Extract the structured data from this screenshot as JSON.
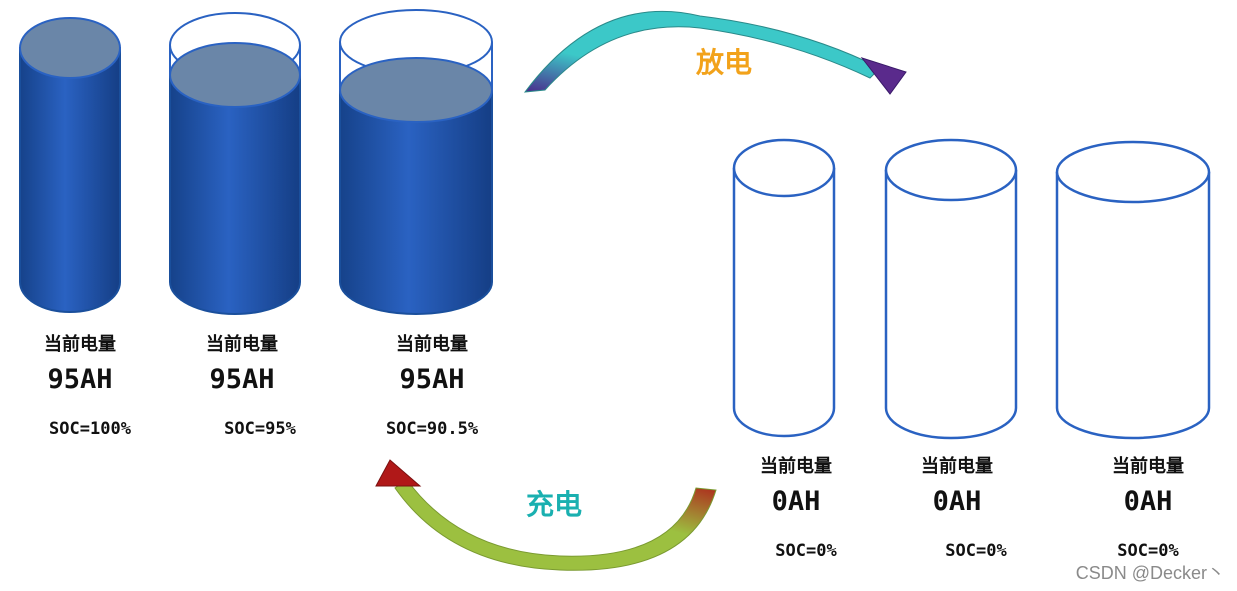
{
  "colors": {
    "battery_fill": "#1a4f9c",
    "battery_liquid_top": "#6a86a8",
    "battery_outline": "#2a62c2",
    "discharge_arrow": "#3cc8c8",
    "discharge_arrow_head": "#5a2a8c",
    "charge_arrow": "#9cc040",
    "charge_arrow_head": "#b01818",
    "discharge_label": "#f2a21a",
    "charge_label": "#1ab0b0"
  },
  "full_batteries": [
    {
      "title": "当前电量",
      "capacity": "95AH",
      "soc": "SOC=100%"
    },
    {
      "title": "当前电量",
      "capacity": "95AH",
      "soc": "SOC=95%"
    },
    {
      "title": "当前电量",
      "capacity": "95AH",
      "soc": "SOC=90.5%"
    }
  ],
  "empty_batteries": [
    {
      "title": "当前电量",
      "capacity": "0AH",
      "soc": "SOC=0%"
    },
    {
      "title": "当前电量",
      "capacity": "0AH",
      "soc": "SOC=0%"
    },
    {
      "title": "当前电量",
      "capacity": "0AH",
      "soc": "SOC=0%"
    }
  ],
  "arrows": {
    "discharge": "放电",
    "charge": "充电"
  },
  "watermark": "CSDN @Decker丶"
}
